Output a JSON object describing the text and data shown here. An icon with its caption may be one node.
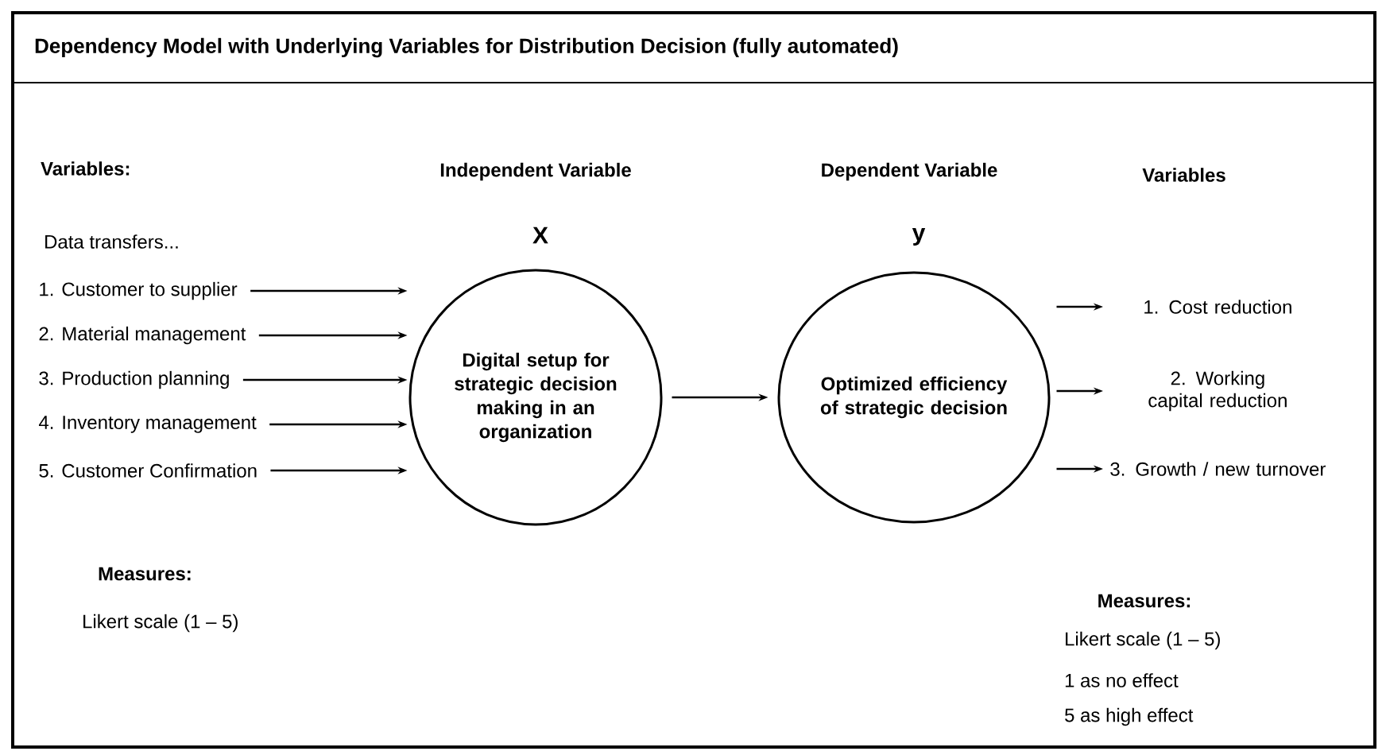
{
  "diagram": {
    "title": "Dependency Model with Underlying Variables for Distribution Decision (fully automated)",
    "nodes": [
      {
        "text": [
          "1. Customer to supplier"
        ]
      },
      {
        "text": [
          "2. Material management"
        ]
      },
      {
        "text": [
          "3. Production planning"
        ]
      },
      {
        "text": [
          "4. Inventory management"
        ]
      },
      {
        "text": [
          "5. Customer Confirmation"
        ]
      },
      {
        "text": [
          "Digital setup for strategic decision making in an organization"
        ],
        "beside": [
          "X"
        ]
      },
      {
        "text": [
          "Optimized efficiency of strategic decision"
        ],
        "beside": [
          "y"
        ]
      },
      {
        "text": [
          "1. Cost reduction"
        ]
      },
      {
        "text": [
          "2. Working capital reduction"
        ]
      },
      {
        "text": [
          "3. Growth / new turnover"
        ]
      }
    ],
    "edges": [
      {
        "from": 0,
        "to": 5,
        "arrow": "to"
      },
      {
        "from": 1,
        "to": 5,
        "arrow": "to"
      },
      {
        "from": 2,
        "to": 5,
        "arrow": "to"
      },
      {
        "from": 3,
        "to": 5,
        "arrow": "to"
      },
      {
        "from": 4,
        "to": 5,
        "arrow": "to"
      },
      {
        "from": 5,
        "to": 6,
        "arrow": "to"
      },
      {
        "from": 6,
        "to": 7,
        "arrow": "to"
      },
      {
        "from": 6,
        "to": 8,
        "arrow": "to"
      },
      {
        "from": 6,
        "to": 9,
        "arrow": "to"
      }
    ],
    "labels": [
      "Variables:",
      "Independent Variable",
      "Dependent Variable",
      "Variables",
      "Data transfers...",
      "Measures:",
      "Likert scale (1 – 5)",
      "Measures:",
      "Likert scale (1 – 5)",
      "1 as no effect",
      "5 as high effect"
    ]
  }
}
